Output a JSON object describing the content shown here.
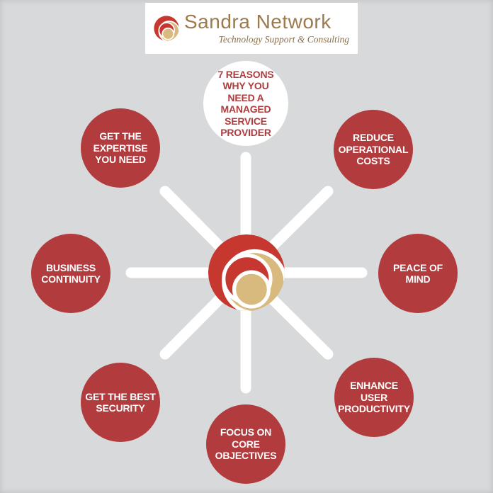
{
  "header": {
    "brand": "Sandra Network",
    "tagline": "Technology Support & Consulting"
  },
  "topic": {
    "label": "7 REASONS\nWHY YOU\nNEED A\nMANAGED\nSERVICE\nPROVIDER"
  },
  "reasons": [
    {
      "id": "reduce-operational-costs",
      "position": "top-right",
      "label": "REDUCE\nOPERATIONAL\nCOSTS"
    },
    {
      "id": "peace-of-mind",
      "position": "right",
      "label": "PEACE OF\nMIND"
    },
    {
      "id": "enhance-user-productivity",
      "position": "bottom-right",
      "label": "ENHANCE\nUSER\nPRODUCTIVITY"
    },
    {
      "id": "focus-on-core-objectives",
      "position": "bottom",
      "label": "FOCUS ON\nCORE\nOBJECTIVES"
    },
    {
      "id": "get-the-best-security",
      "position": "bottom-left",
      "label": "GET THE BEST\nSECURITY"
    },
    {
      "id": "business-continuity",
      "position": "left",
      "label": "BUSINESS\nCONTINUITY"
    },
    {
      "id": "get-the-expertise-you-need",
      "position": "top-left",
      "label": "GET THE\nEXPERTISE\nYOU NEED"
    }
  ],
  "colors": {
    "background": "#d8d9da",
    "circle_red": "#b23b3d",
    "topic_text_red": "#b23b3d",
    "logo_red": "#c6382f",
    "logo_gold": "#d8b97e",
    "brand_text": "#9c7a4e",
    "spoke_white": "#ffffff",
    "header_background": "#ffffff"
  }
}
